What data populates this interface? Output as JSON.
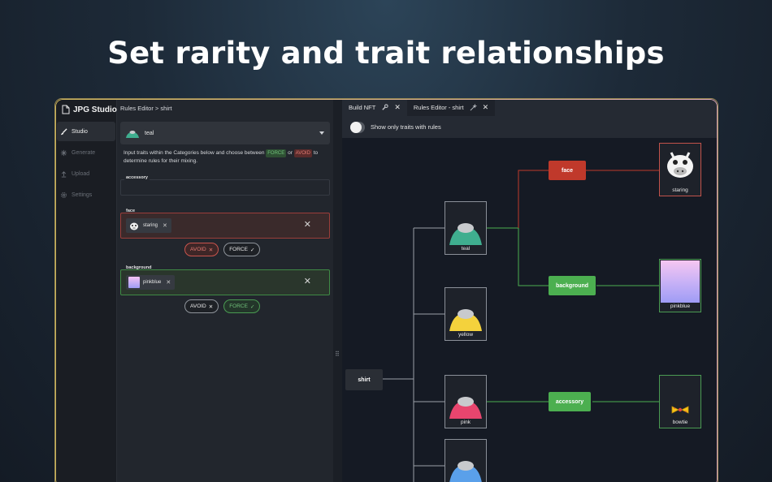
{
  "hero": {
    "headline": "Set rarity and trait relationships"
  },
  "app": {
    "name": "JPG Studio"
  },
  "sidebar": {
    "items": [
      {
        "label": "Studio",
        "icon": "brush-icon",
        "active": true
      },
      {
        "label": "Generate",
        "icon": "sparkle-icon",
        "active": false
      },
      {
        "label": "Upload",
        "icon": "upload-icon",
        "active": false
      },
      {
        "label": "Settings",
        "icon": "gear-icon",
        "active": false
      }
    ]
  },
  "editor": {
    "breadcrumb": "Rules Editor > shirt",
    "selected_trait": "teal",
    "help_prefix": "Input traits within the Categories below and choose between",
    "help_force": "FORCE",
    "help_or": "or",
    "help_avoid": "AVOID",
    "help_suffix": "to determine rules for their mixing.",
    "fields": {
      "accessory": {
        "label": "accessory"
      },
      "face": {
        "label": "face",
        "chip": "staring"
      },
      "background": {
        "label": "background",
        "chip": "pinkblue"
      }
    },
    "buttons": {
      "avoid": "AVOID",
      "force": "FORCE"
    }
  },
  "tabs": [
    {
      "label": "Build NFT",
      "icon": "wrench-icon"
    },
    {
      "label": "Rules Editor - shirt",
      "icon": "magic-wand-icon"
    }
  ],
  "toolbar": {
    "toggle_label": "Show only traits with rules"
  },
  "graph": {
    "root": "shirt",
    "shirts": [
      "teal",
      "yellow",
      "pink",
      ""
    ],
    "categories": {
      "face": "face",
      "background": "background",
      "accessory": "accessory"
    },
    "results": {
      "face": "staring",
      "background": "pinkblue",
      "accessory": "bowtie"
    }
  },
  "colors": {
    "force": "#4caf50",
    "avoid": "#c0392b",
    "teal": "#3fae8f",
    "yellow": "#f4d23c",
    "pink": "#e8456e",
    "blue": "#5aa0ea"
  }
}
